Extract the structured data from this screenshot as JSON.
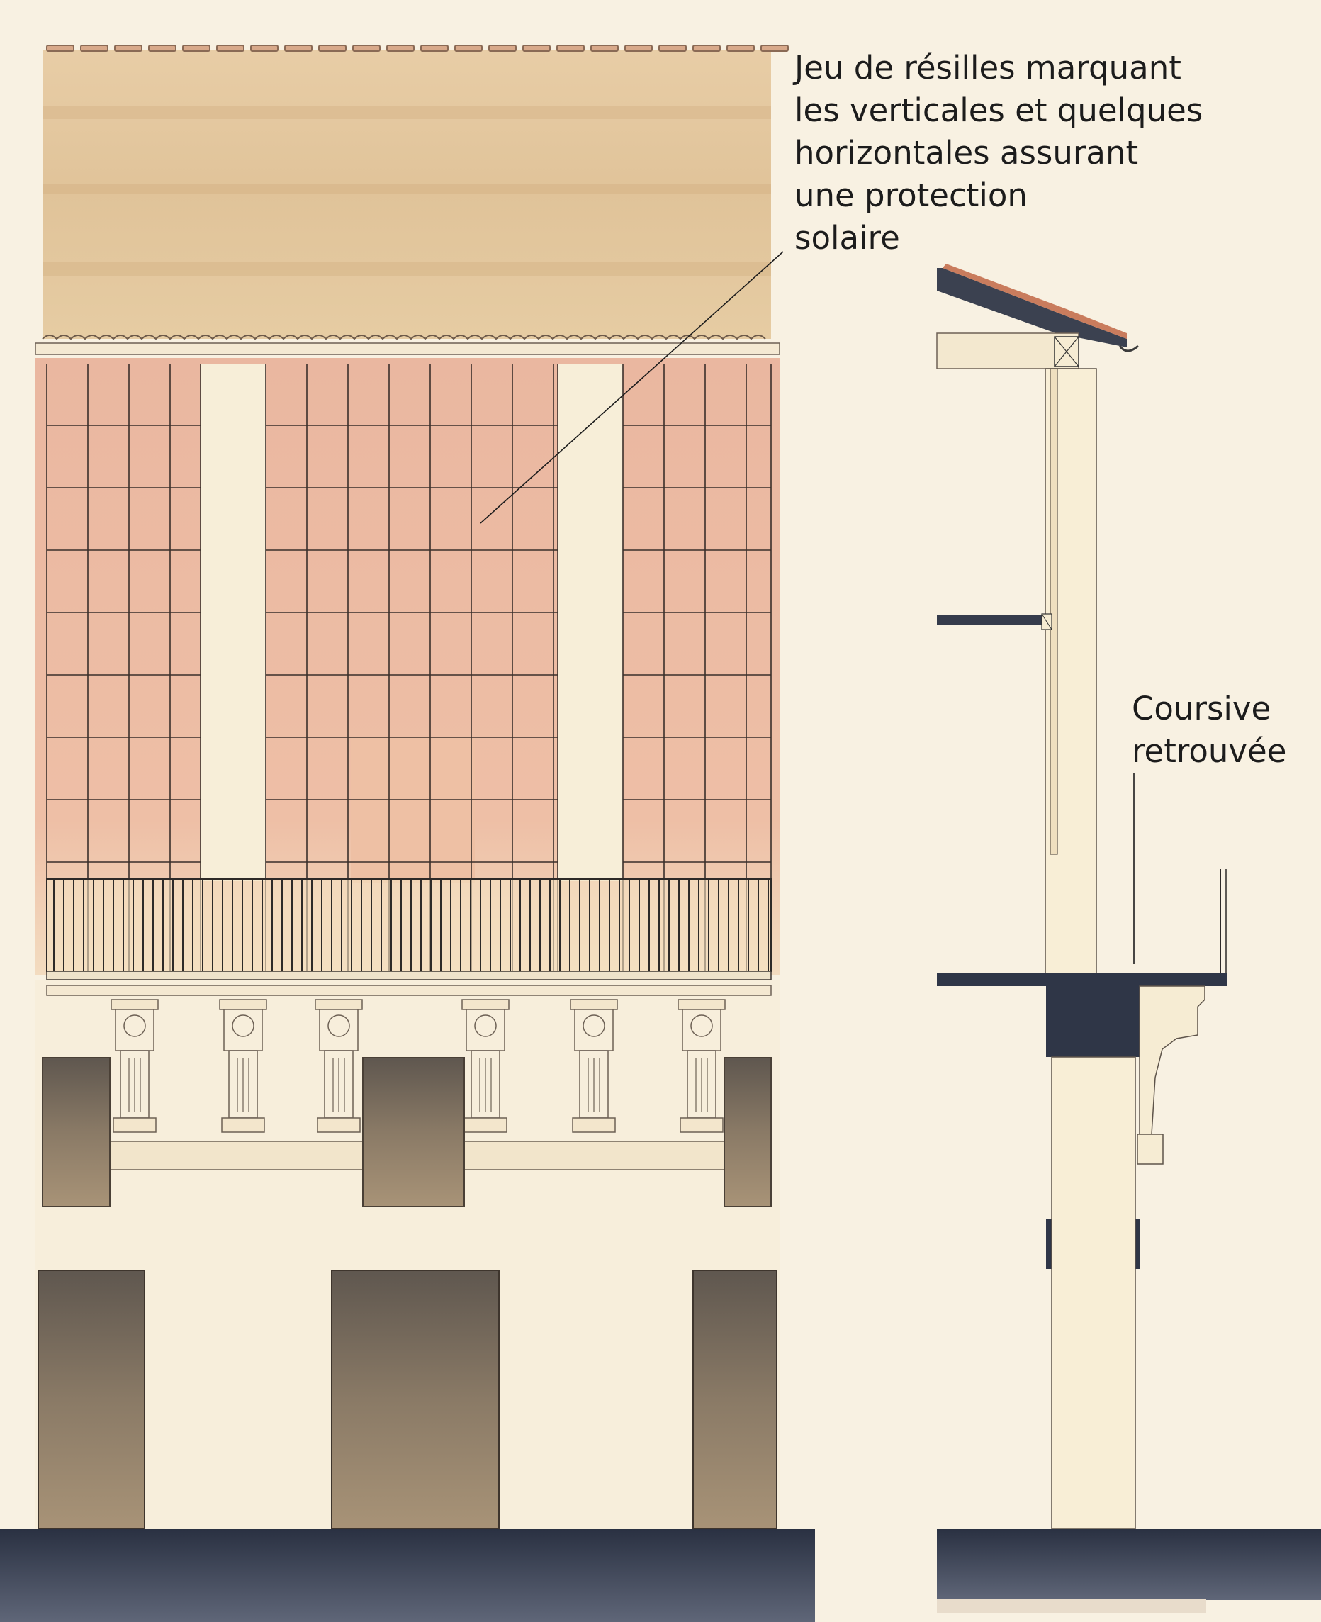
{
  "annotations": {
    "resilles": {
      "line1": "Jeu de résilles marquant",
      "line2": "les verticales et quelques",
      "line3": "horizontales assurant",
      "line4": "une protection",
      "line5": "solaire"
    },
    "coursive": {
      "line1": "Coursive",
      "line2": "retrouvée"
    }
  },
  "palette": {
    "paper": "#f8f1e2",
    "roof": "#e2c49a",
    "terracotta": "#e9b49c",
    "stone": "#f6ecd3",
    "dark_opening": "#6e6356",
    "slate": "#2f3647",
    "ink": "#1c1c1c"
  }
}
